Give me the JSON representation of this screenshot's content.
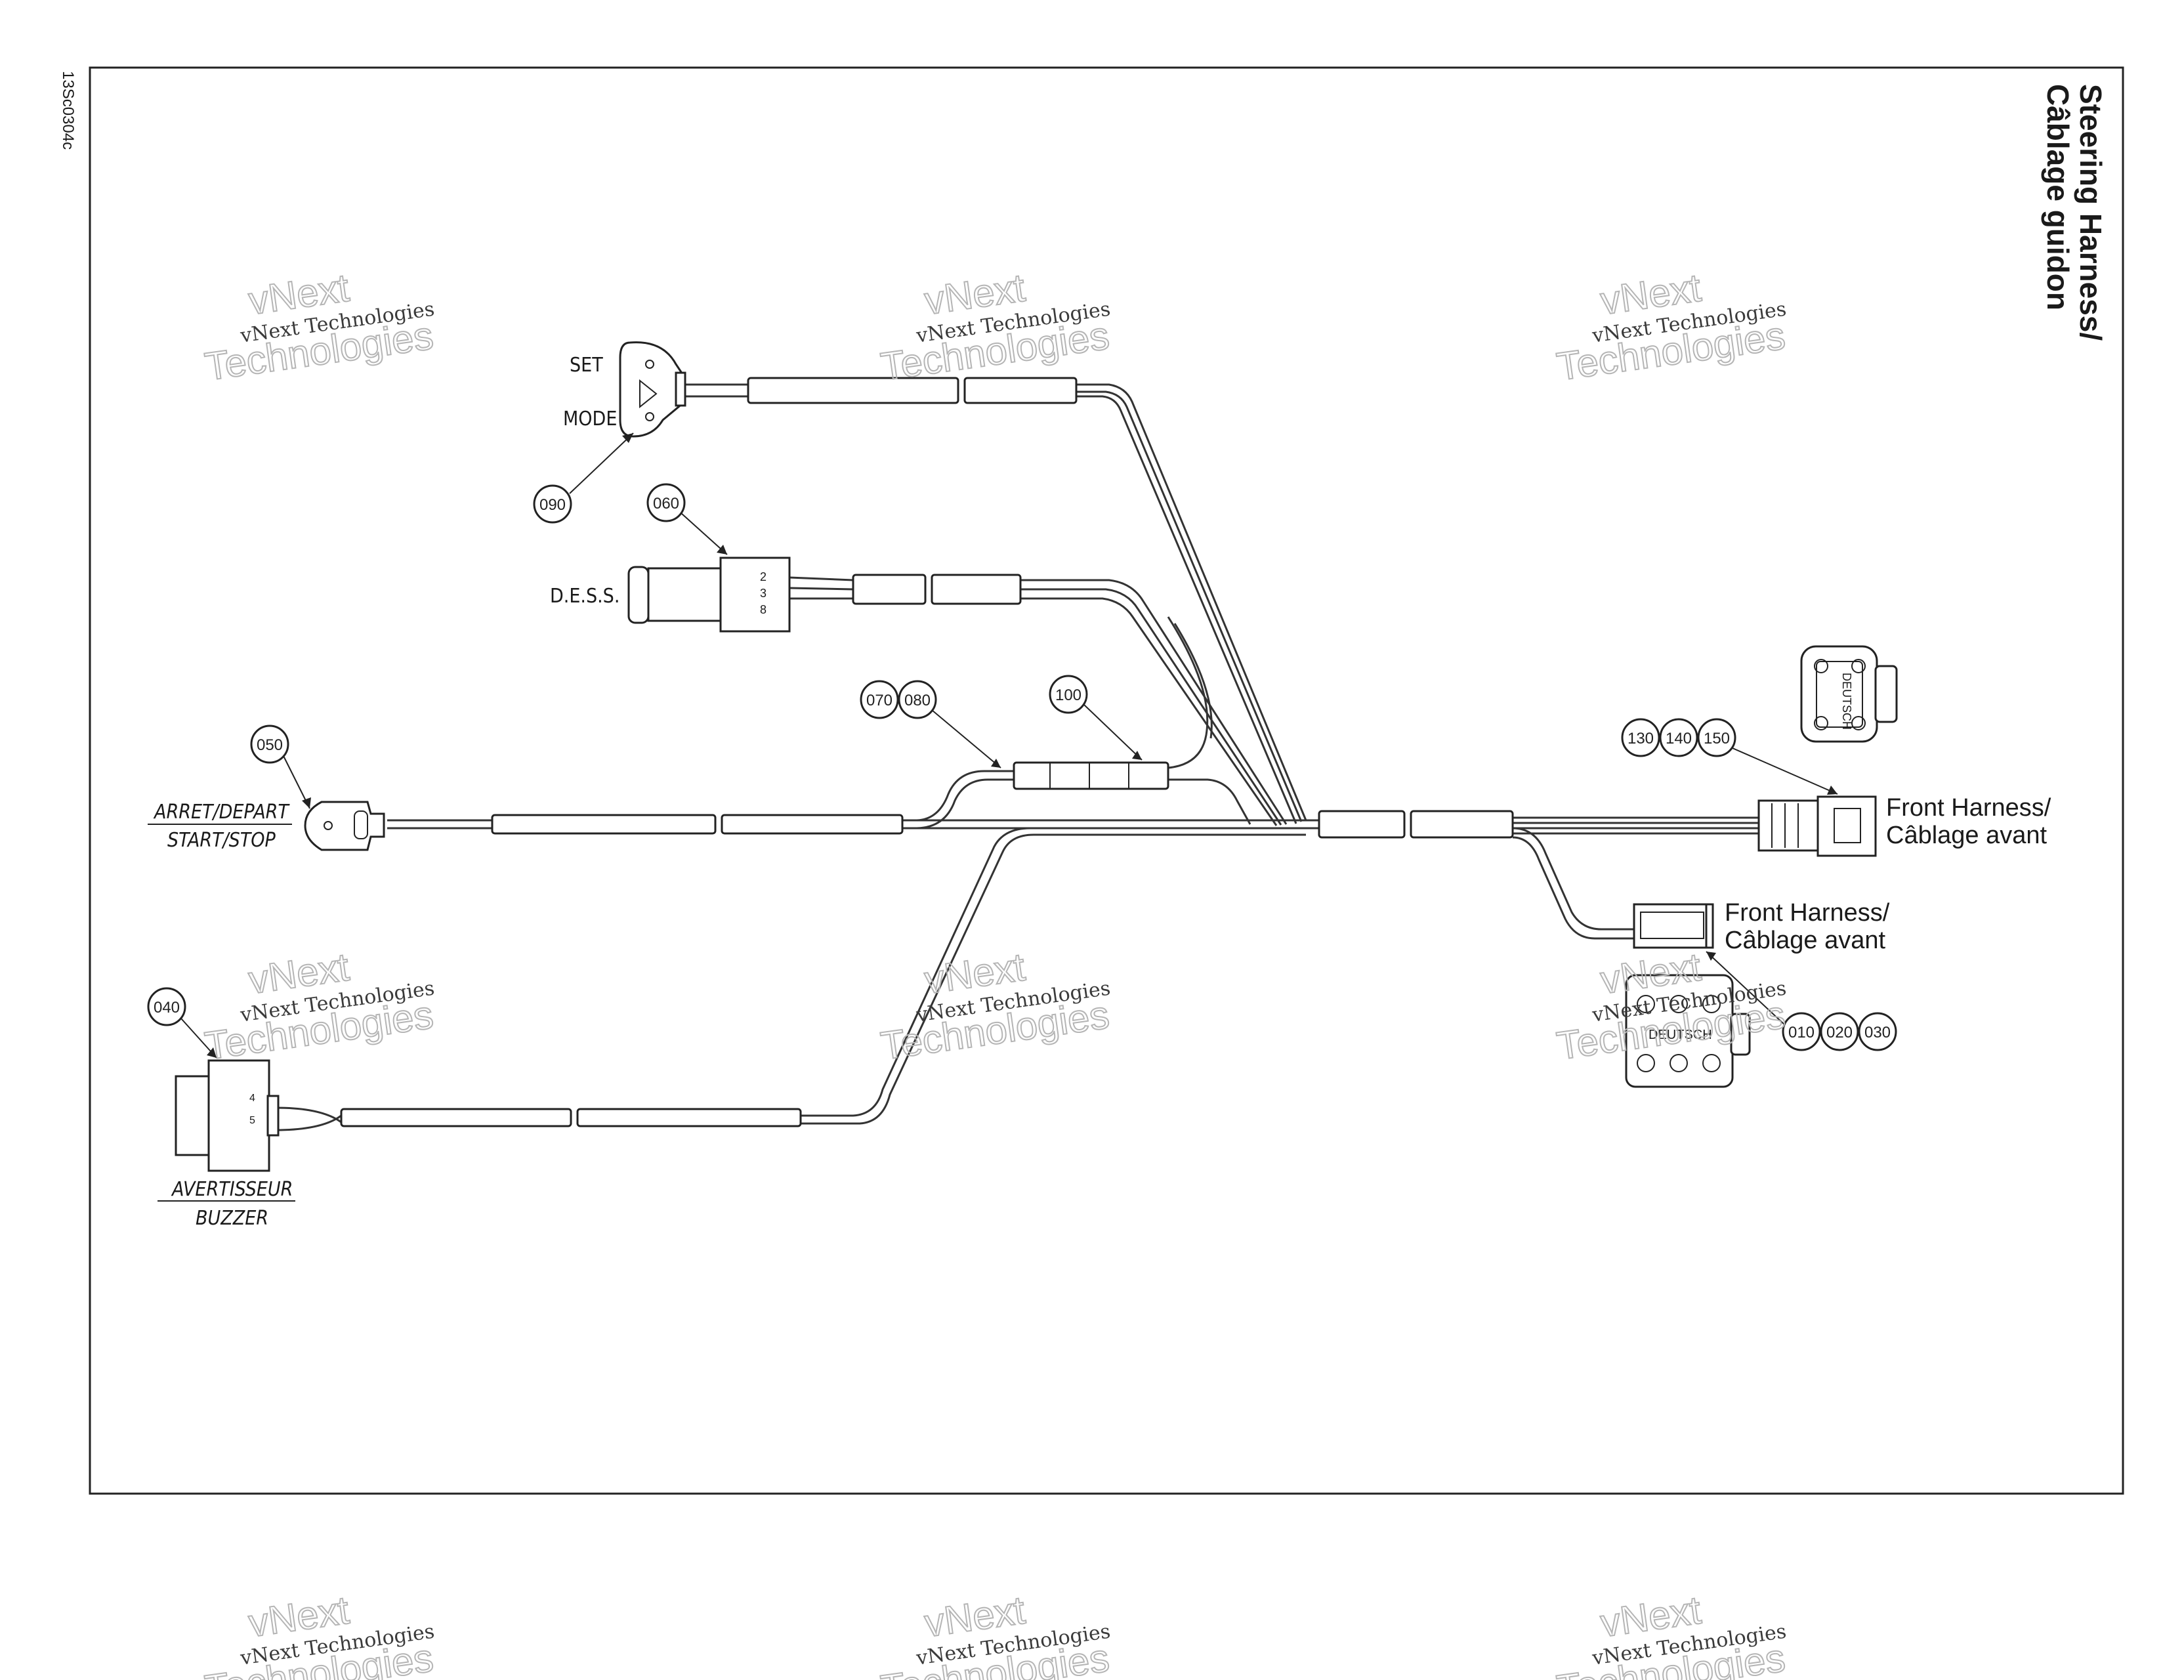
{
  "doc_code": "13Sc0304c",
  "title": {
    "line1": "Steering Harness/",
    "line2": "Câblage guidon"
  },
  "labels": {
    "set": "SET",
    "mode": "MODE",
    "dess": "D.E.S.S.",
    "arret": "ARRET/DEPART",
    "start_stop": "START/STOP",
    "avertisseur": "AVERTISSEUR",
    "buzzer": "BUZZER",
    "front1_l1": "Front Harness/",
    "front1_l2": "Câblage avant",
    "front2_l1": "Front Harness/",
    "front2_l2": "Câblage avant",
    "deutsch1": "DEUTSCH",
    "deutsch2": "DEUTSCH"
  },
  "callouts": {
    "c090": "090",
    "c060": "060",
    "c070": "070",
    "c080": "080",
    "c100": "100",
    "c050": "050",
    "c040": "040",
    "c130": "130",
    "c140": "140",
    "c150": "150",
    "c010": "010",
    "c020": "020",
    "c030": "030"
  },
  "pins": {
    "dess_2": "2",
    "dess_3": "3",
    "dess_8": "8",
    "buzzer_4": "4",
    "buzzer_5": "5"
  },
  "watermark": {
    "line1": "vNext Technologies",
    "big1": "vNext",
    "big2": "Technologies"
  }
}
